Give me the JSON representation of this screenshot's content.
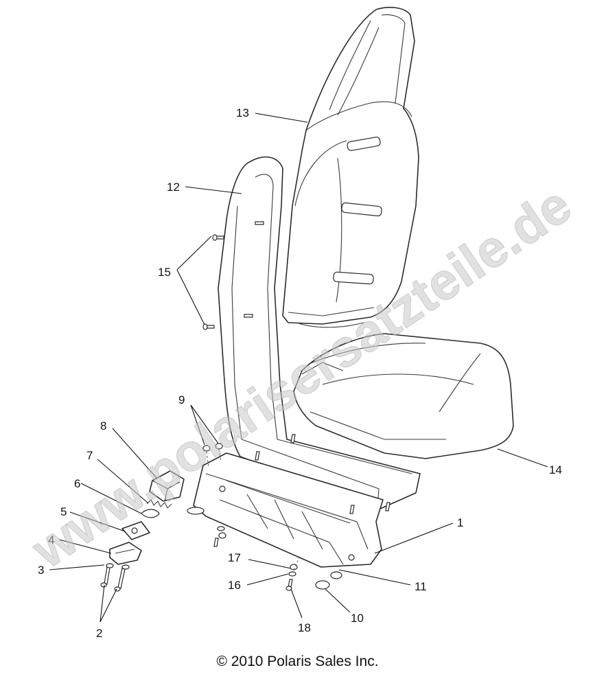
{
  "watermark": "www.polarisersatzteile.de",
  "copyright": "© 2010 Polaris Sales Inc.",
  "callouts": {
    "c1": "1",
    "c2": "2",
    "c3": "3",
    "c4": "4",
    "c5": "5",
    "c6": "6",
    "c7": "7",
    "c8": "8",
    "c9": "9",
    "c10": "10",
    "c11": "11",
    "c12": "12",
    "c13": "13",
    "c14": "14",
    "c15": "15",
    "c16": "16",
    "c17": "17",
    "c18": "18"
  },
  "parts": [
    {
      "ref": "1",
      "icon": "seat-base-frame"
    },
    {
      "ref": "2",
      "icon": "bolt"
    },
    {
      "ref": "3",
      "icon": "washer"
    },
    {
      "ref": "4",
      "icon": "latch-plate"
    },
    {
      "ref": "5",
      "icon": "plate"
    },
    {
      "ref": "6",
      "icon": "spring-clip"
    },
    {
      "ref": "7",
      "icon": "spring"
    },
    {
      "ref": "8",
      "icon": "latch-block"
    },
    {
      "ref": "9",
      "icon": "nut"
    },
    {
      "ref": "10",
      "icon": "cap"
    },
    {
      "ref": "11",
      "icon": "bracket-tab"
    },
    {
      "ref": "12",
      "icon": "seat-frame-trim"
    },
    {
      "ref": "13",
      "icon": "seat-back"
    },
    {
      "ref": "14",
      "icon": "seat-cushion"
    },
    {
      "ref": "15",
      "icon": "screw"
    },
    {
      "ref": "16",
      "icon": "washer"
    },
    {
      "ref": "17",
      "icon": "nut"
    },
    {
      "ref": "18",
      "icon": "screw"
    }
  ]
}
